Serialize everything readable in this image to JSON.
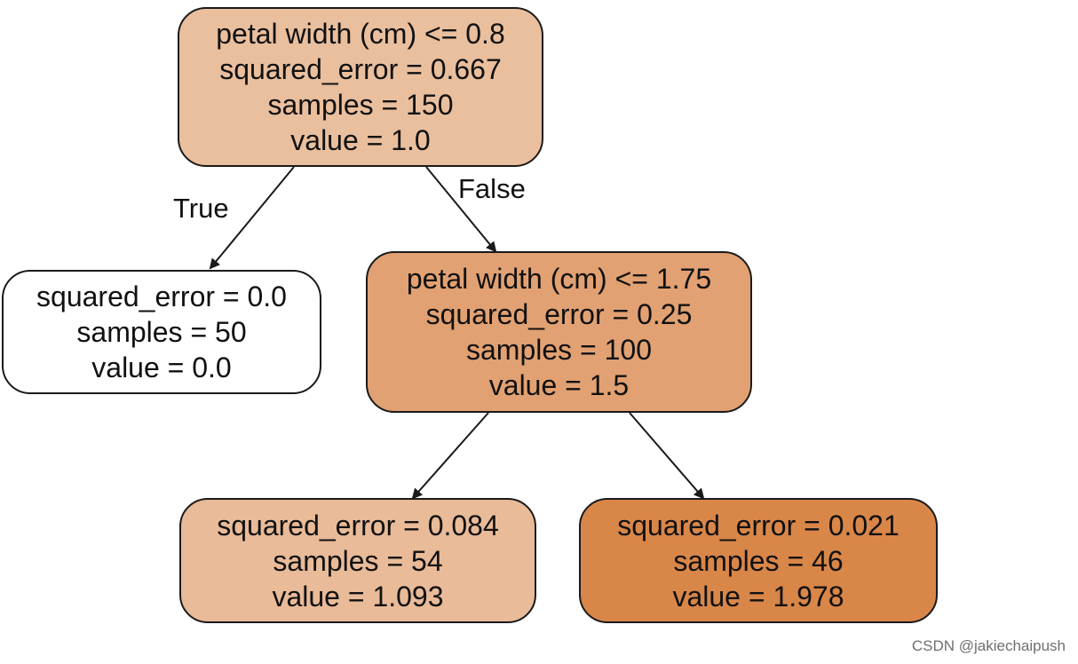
{
  "tree": {
    "nodes": [
      {
        "id": "root",
        "lines": [
          "petal width (cm) <= 0.8",
          "squared_error = 0.667",
          "samples = 150",
          "value = 1.0"
        ],
        "fill": "#eabf9e"
      },
      {
        "id": "left-leaf",
        "lines": [
          "squared_error = 0.0",
          "samples = 50",
          "value = 0.0"
        ],
        "fill": "#ffffff"
      },
      {
        "id": "split-2",
        "lines": [
          "petal width (cm) <= 1.75",
          "squared_error = 0.25",
          "samples = 100",
          "value = 1.5"
        ],
        "fill": "#e2a172"
      },
      {
        "id": "leaf-3",
        "lines": [
          "squared_error = 0.084",
          "samples = 54",
          "value = 1.093"
        ],
        "fill": "#e9bb98"
      },
      {
        "id": "leaf-4",
        "lines": [
          "squared_error = 0.021",
          "samples = 46",
          "value = 1.978"
        ],
        "fill": "#d98649"
      }
    ],
    "edges": [
      {
        "from": "root",
        "to": "left-leaf",
        "label": "True"
      },
      {
        "from": "root",
        "to": "split-2",
        "label": "False"
      },
      {
        "from": "split-2",
        "to": "leaf-3",
        "label": ""
      },
      {
        "from": "split-2",
        "to": "leaf-4",
        "label": ""
      }
    ]
  },
  "watermark": "CSDN @jakiechaipush",
  "colors": {
    "node_border": "#1a1a1a",
    "edge": "#1a1a1a",
    "watermark": "#6f6f6f"
  }
}
